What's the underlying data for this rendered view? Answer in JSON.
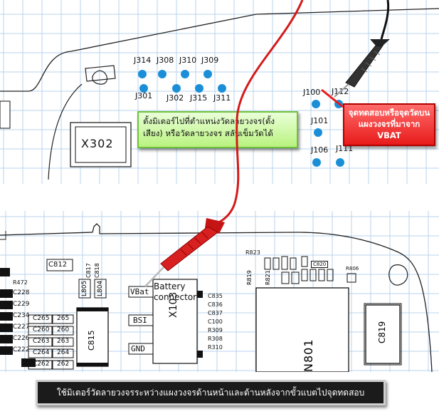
{
  "top": {
    "chip_label": "X302",
    "points": [
      {
        "label": "J314"
      },
      {
        "label": "J308"
      },
      {
        "label": "J310"
      },
      {
        "label": "J309"
      },
      {
        "label": "J301"
      },
      {
        "label": "J302"
      },
      {
        "label": "J315"
      },
      {
        "label": "J311"
      },
      {
        "label": "J100"
      },
      {
        "label": "J112"
      },
      {
        "label": "J101"
      },
      {
        "label": "J106"
      },
      {
        "label": "J111"
      }
    ],
    "note_green": "ตั้งมิเตอร์ไปที่ตำแหน่งวัดลายวงจร(ตั้งเสียง) หรือวัดลายวงจร สลับเข็มวัดได้",
    "note_red": "จุดทดสอบหรือจุดวัดบนแผงวงจรที่มาจาก VBAT"
  },
  "bottom": {
    "connector_title": "Battery connector",
    "connector_ref": "X103",
    "pins": [
      "VBat",
      "BSI",
      "GND"
    ],
    "parts": {
      "c812": "C812",
      "c817": "C817",
      "c818": "C818",
      "r472": "R472",
      "c228": "C228",
      "c229": "C229",
      "c234": "C234",
      "c227": "C227",
      "c226": "C226",
      "c222": "C222",
      "c265": "C265",
      "c260": "C260",
      "c263": "C263",
      "c264": "C264",
      "c262": "C262",
      "n265": "265",
      "n260": "260",
      "n263": "263",
      "n264": "264",
      "n262": "262",
      "l805": "L805",
      "l804": "L804",
      "c815": "C815",
      "c835": "C835",
      "c836": "C836",
      "c837": "C837",
      "c100": "C100",
      "r309": "R309",
      "r308": "R308",
      "r310": "R310",
      "r823": "R823",
      "r819": "R819",
      "r806": "R806",
      "r821": "R821",
      "c820": "C820",
      "c819": "C819",
      "n801": "N801"
    }
  },
  "caption": "ใช้มิเตอร์วัดลายวงจรระหว่างแผงวงจรด้านหน้าและด้านหลังจากขั้วแบตไปจุดทดสอบ"
}
